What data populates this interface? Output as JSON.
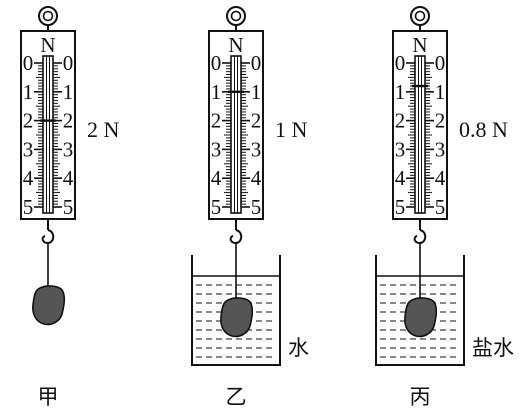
{
  "unit": "N",
  "scale_numbers": [
    "0",
    "1",
    "2",
    "3",
    "4",
    "5"
  ],
  "meters": [
    {
      "id": "jia",
      "reading": 2,
      "reading_label": "2 N",
      "caption": "甲",
      "liquid": "",
      "liquid_label": ""
    },
    {
      "id": "yi",
      "reading": 1,
      "reading_label": "1 N",
      "caption": "乙",
      "liquid": "water",
      "liquid_label": "水"
    },
    {
      "id": "bing",
      "reading": 0.8,
      "reading_label": "0.8 N",
      "caption": "丙",
      "liquid": "salt water",
      "liquid_label": "盐水"
    }
  ]
}
